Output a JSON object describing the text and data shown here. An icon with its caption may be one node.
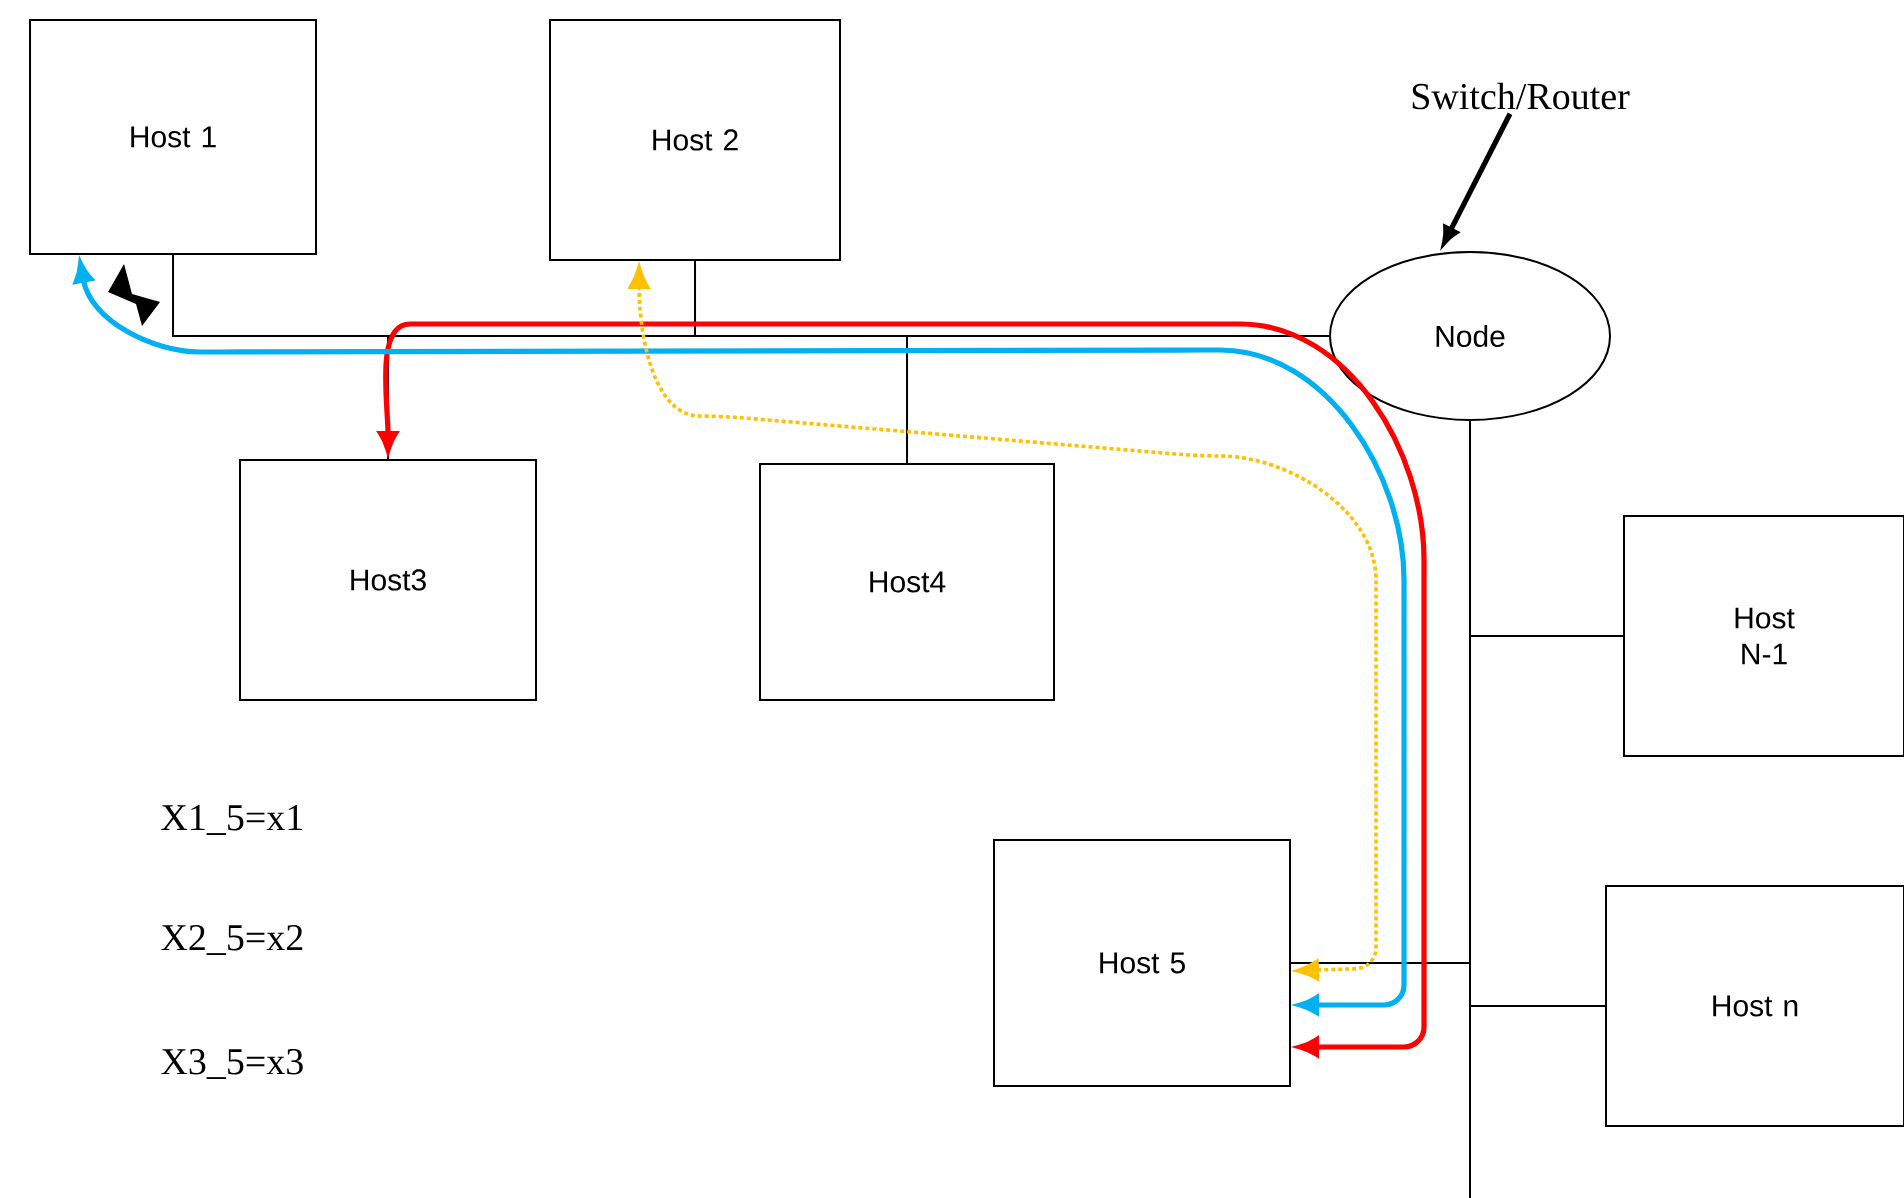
{
  "diagram": {
    "nodes": [
      {
        "text": [
          "Host 1"
        ]
      },
      {
        "text": [
          "Host 2"
        ]
      },
      {
        "text": [
          "Switch/Router"
        ]
      },
      {
        "text": [
          "Node"
        ]
      },
      {
        "text": [
          "Host3"
        ]
      },
      {
        "text": [
          "Host4"
        ]
      },
      {
        "text": [
          "Host N-1"
        ]
      },
      {
        "text": [
          "Host 5"
        ]
      },
      {
        "text": [
          "Host n"
        ]
      }
    ],
    "edges": [
      {
        "from": 0,
        "to": 3,
        "arrow": "none"
      },
      {
        "from": 1,
        "to": 3,
        "arrow": "none"
      },
      {
        "from": 4,
        "to": 3,
        "arrow": "none"
      },
      {
        "from": 5,
        "to": 3,
        "arrow": "none"
      },
      {
        "from": 6,
        "to": 3,
        "arrow": "none"
      },
      {
        "from": 7,
        "to": 3,
        "arrow": "none"
      },
      {
        "from": 8,
        "to": 3,
        "arrow": "none"
      },
      {
        "from": 2,
        "to": 3,
        "arrow": "to",
        "style": "thick"
      },
      {
        "from": 7,
        "to": 4,
        "arrow": "both",
        "style": "thick",
        "color": "#ff0000"
      },
      {
        "from": 7,
        "to": 0,
        "arrow": "both",
        "style": "thick",
        "color": "#00b0f0"
      },
      {
        "from": 7,
        "to": 1,
        "arrow": "both",
        "style": "dashed",
        "color": "#ffc000"
      }
    ],
    "labels": [
      "X1_5=x1",
      "X2_5=x2",
      "X3_5=x3"
    ]
  }
}
